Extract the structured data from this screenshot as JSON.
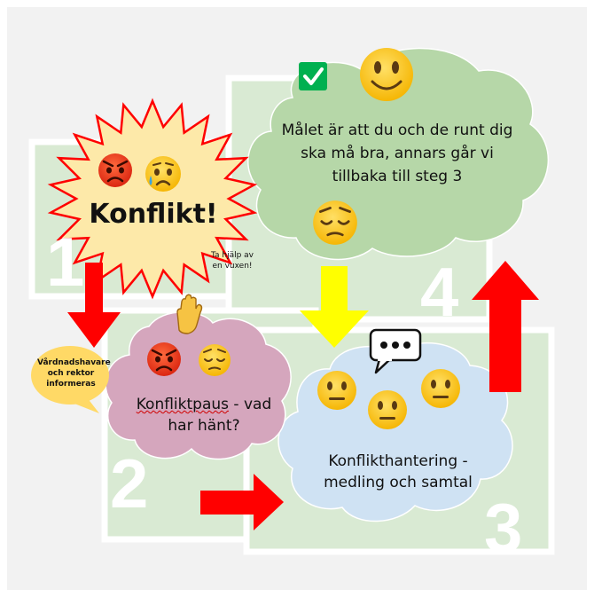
{
  "steps": [
    "1",
    "2",
    "3",
    "4"
  ],
  "conflict": {
    "title": "Konflikt!",
    "help": "Ta hjälp av en vuxen!"
  },
  "guardians_note": "Vårdnadshavare och rektor informeras",
  "pause": {
    "word": "Konfliktpaus",
    "rest": "- vad har hänt?"
  },
  "handling": "Konflikthantering - medling och samtal",
  "goal": "Målet är att du och de runt dig ska må bra, annars går vi tillbaka till steg 3",
  "colors": {
    "background_panel": "#f2f2f2",
    "step_box": "#d9ead3",
    "conflict_burst": "#fde9a9",
    "burst_stroke": "#ff0000",
    "pause_cloud": "#d5a6bd",
    "handling_cloud": "#cfe2f3",
    "goal_cloud": "#b6d7a8",
    "note_bubble": "#ffd966",
    "red_arrow": "#ff0000",
    "yellow_arrow": "#ffff00",
    "check_green": "#00b050"
  },
  "icons": [
    "angry-face-icon",
    "sad-sweat-face-icon",
    "raised-hand-icon",
    "pensive-face-icon",
    "neutral-face-icon",
    "speech-bubble-icon",
    "smiling-face-icon",
    "check-mark-icon"
  ]
}
